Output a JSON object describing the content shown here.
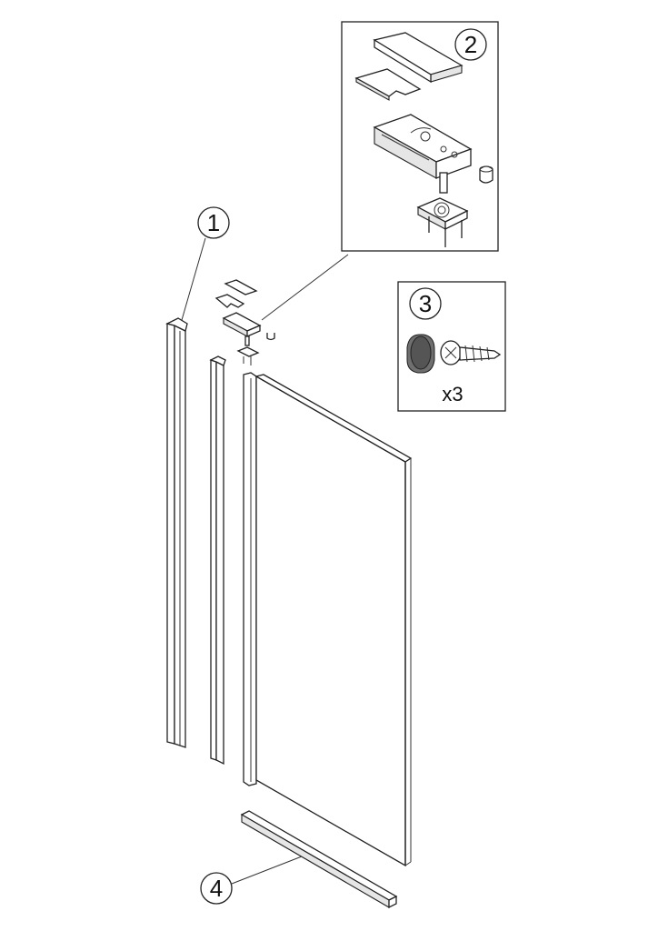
{
  "callouts": {
    "c1": "1",
    "c2": "2",
    "c3": "3",
    "c4": "4"
  },
  "detail3": {
    "quantity": "x3"
  },
  "colors": {
    "line": "#222222",
    "background": "#ffffff",
    "shade": "#e6e6e6",
    "cap": "#6f6f6f"
  }
}
